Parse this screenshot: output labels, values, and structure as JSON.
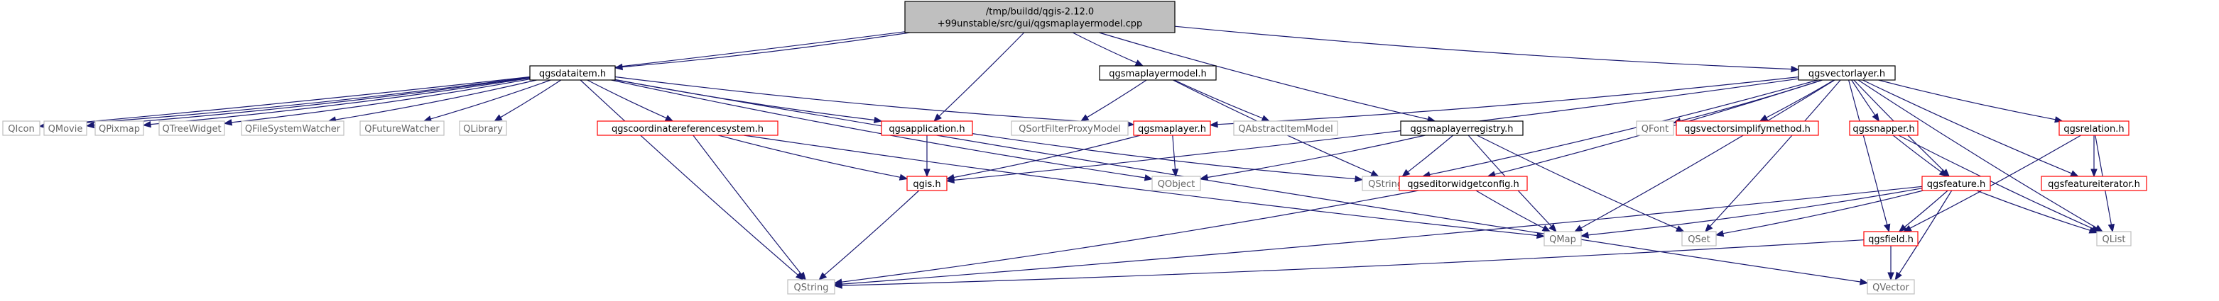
{
  "graph": {
    "title": "/tmp/buildd/qgis-2.12.0 +99unstable/src/gui/qgsmaplayermodel.cpp",
    "colors": {
      "root_fill": "#bfbfbf",
      "root_border": "#000000",
      "documented_border": "#000000",
      "undocumented_border": "#ff0000",
      "external_border": "#bfbfbf",
      "external_text": "#666666",
      "edge": "#191970"
    },
    "nodes": [
      {
        "id": "root",
        "kind": "root",
        "lines": [
          "/tmp/buildd/qgis-2.12.0",
          "+99unstable/src/gui/qgsmaplayermodel.cpp"
        ]
      },
      {
        "id": "qgsdataitem",
        "kind": "documented",
        "lines": [
          "qgsdataitem.h"
        ]
      },
      {
        "id": "qgsmaplayermodel",
        "kind": "documented",
        "lines": [
          "qgsmaplayermodel.h"
        ]
      },
      {
        "id": "qgsmaplayerregistry",
        "kind": "documented",
        "lines": [
          "qgsmaplayerregistry.h"
        ]
      },
      {
        "id": "qgsvectorlayer",
        "kind": "documented",
        "lines": [
          "qgsvectorlayer.h"
        ]
      },
      {
        "id": "qicon",
        "kind": "external",
        "lines": [
          "QIcon"
        ]
      },
      {
        "id": "qmovie",
        "kind": "external",
        "lines": [
          "QMovie"
        ]
      },
      {
        "id": "qpixmap",
        "kind": "external",
        "lines": [
          "QPixmap"
        ]
      },
      {
        "id": "qtreewidget",
        "kind": "external",
        "lines": [
          "QTreeWidget"
        ]
      },
      {
        "id": "qfilesystemwatcher",
        "kind": "external",
        "lines": [
          "QFileSystemWatcher"
        ]
      },
      {
        "id": "qfuturewatcher",
        "kind": "external",
        "lines": [
          "QFutureWatcher"
        ]
      },
      {
        "id": "qlibrary",
        "kind": "external",
        "lines": [
          "QLibrary"
        ]
      },
      {
        "id": "qgscrs",
        "kind": "undocumented",
        "lines": [
          "qgscoordinatereferencesystem.h"
        ]
      },
      {
        "id": "qgsapplication",
        "kind": "undocumented",
        "lines": [
          "qgsapplication.h"
        ]
      },
      {
        "id": "qsortfilterproxymodel",
        "kind": "external",
        "lines": [
          "QSortFilterProxyModel"
        ]
      },
      {
        "id": "qgsmaplayer",
        "kind": "undocumented",
        "lines": [
          "qgsmaplayer.h"
        ]
      },
      {
        "id": "qabstractitemmodel",
        "kind": "external",
        "lines": [
          "QAbstractItemModel"
        ]
      },
      {
        "id": "qfont",
        "kind": "external",
        "lines": [
          "QFont"
        ]
      },
      {
        "id": "qgsvectorsimplifymethod",
        "kind": "undocumented",
        "lines": [
          "qgsvectorsimplifymethod.h"
        ]
      },
      {
        "id": "qgssnapper",
        "kind": "undocumented",
        "lines": [
          "qgssnapper.h"
        ]
      },
      {
        "id": "qgsrelation",
        "kind": "undocumented",
        "lines": [
          "qgsrelation.h"
        ]
      },
      {
        "id": "qgis",
        "kind": "undocumented",
        "lines": [
          "qgis.h"
        ]
      },
      {
        "id": "qobject",
        "kind": "external",
        "lines": [
          "QObject"
        ]
      },
      {
        "id": "qstringlist",
        "kind": "external",
        "lines": [
          "QStringList"
        ]
      },
      {
        "id": "qgseditorwidgetconfig",
        "kind": "undocumented",
        "lines": [
          "qgseditorwidgetconfig.h"
        ]
      },
      {
        "id": "qgsfeature",
        "kind": "undocumented",
        "lines": [
          "qgsfeature.h"
        ]
      },
      {
        "id": "qgsfeatureiterator",
        "kind": "undocumented",
        "lines": [
          "qgsfeatureiterator.h"
        ]
      },
      {
        "id": "qmap",
        "kind": "external",
        "lines": [
          "QMap"
        ]
      },
      {
        "id": "qset",
        "kind": "external",
        "lines": [
          "QSet"
        ]
      },
      {
        "id": "qgsfield",
        "kind": "undocumented",
        "lines": [
          "qgsfield.h"
        ]
      },
      {
        "id": "qlist",
        "kind": "external",
        "lines": [
          "QList"
        ]
      },
      {
        "id": "qstring",
        "kind": "external",
        "lines": [
          "QString"
        ]
      },
      {
        "id": "qvector",
        "kind": "external",
        "lines": [
          "QVector"
        ]
      }
    ],
    "edges": [
      [
        "root",
        "qgsdataitem"
      ],
      [
        "root",
        "qgsmaplayermodel"
      ],
      [
        "root",
        "qgsmaplayerregistry"
      ],
      [
        "root",
        "qgsvectorlayer"
      ],
      [
        "root",
        "qicon"
      ],
      [
        "root",
        "qgsapplication"
      ],
      [
        "qgsdataitem",
        "qicon"
      ],
      [
        "qgsdataitem",
        "qmovie"
      ],
      [
        "qgsdataitem",
        "qpixmap"
      ],
      [
        "qgsdataitem",
        "qtreewidget"
      ],
      [
        "qgsdataitem",
        "qfilesystemwatcher"
      ],
      [
        "qgsdataitem",
        "qfuturewatcher"
      ],
      [
        "qgsdataitem",
        "qlibrary"
      ],
      [
        "qgsdataitem",
        "qgscrs"
      ],
      [
        "qgsdataitem",
        "qgsapplication"
      ],
      [
        "qgsdataitem",
        "qgsmaplayer"
      ],
      [
        "qgsdataitem",
        "qobject"
      ],
      [
        "qgsdataitem",
        "qstring"
      ],
      [
        "qgsdataitem",
        "qvector"
      ],
      [
        "qgscrs",
        "qgis"
      ],
      [
        "qgscrs",
        "qmap"
      ],
      [
        "qgscrs",
        "qstring"
      ],
      [
        "qgsapplication",
        "qgis"
      ],
      [
        "qgsapplication",
        "qstringlist"
      ],
      [
        "qgsmaplayermodel",
        "qsortfilterproxymodel"
      ],
      [
        "qgsmaplayermodel",
        "qabstractitemmodel"
      ],
      [
        "qgsmaplayermodel",
        "qstringlist"
      ],
      [
        "qgsmaplayer",
        "qgis"
      ],
      [
        "qgsmaplayer",
        "qobject"
      ],
      [
        "qgis",
        "qstring"
      ],
      [
        "qgsmaplayerregistry",
        "qobject"
      ],
      [
        "qgsmaplayerregistry",
        "qstringlist"
      ],
      [
        "qgsmaplayerregistry",
        "qmap"
      ],
      [
        "qgsmaplayerregistry",
        "qset"
      ],
      [
        "qgsvectorlayer",
        "qgis"
      ],
      [
        "qgsvectorlayer",
        "qgsmaplayer"
      ],
      [
        "qgsvectorlayer",
        "qfont"
      ],
      [
        "qgsvectorlayer",
        "qgsvectorsimplifymethod"
      ],
      [
        "qgsvectorlayer",
        "qgssnapper"
      ],
      [
        "qgsvectorlayer",
        "qgsrelation"
      ],
      [
        "qgsvectorlayer",
        "qgsfeatureiterator"
      ],
      [
        "qgsvectorlayer",
        "qgseditorwidgetconfig"
      ],
      [
        "qgsvectorlayer",
        "qgsfeature"
      ],
      [
        "qgsvectorlayer",
        "qgsfield"
      ],
      [
        "qgsvectorlayer",
        "qmap"
      ],
      [
        "qgsvectorlayer",
        "qset"
      ],
      [
        "qgsvectorlayer",
        "qstringlist"
      ],
      [
        "qgsvectorlayer",
        "qlist"
      ],
      [
        "qgseditorwidgetconfig",
        "qmap"
      ],
      [
        "qgseditorwidgetconfig",
        "qstring"
      ],
      [
        "qgssnapper",
        "qgsfeature"
      ],
      [
        "qgssnapper",
        "qlist"
      ],
      [
        "qgsrelation",
        "qgsfeatureiterator"
      ],
      [
        "qgsrelation",
        "qgsfield"
      ],
      [
        "qgsrelation",
        "qlist"
      ],
      [
        "qgsfeature",
        "qmap"
      ],
      [
        "qgsfeature",
        "qset"
      ],
      [
        "qgsfeature",
        "qgsfield"
      ],
      [
        "qgsfeature",
        "qlist"
      ],
      [
        "qgsfeature",
        "qstring"
      ],
      [
        "qgsfeature",
        "qvector"
      ],
      [
        "qgsfield",
        "qstring"
      ],
      [
        "qgsfield",
        "qvector"
      ]
    ]
  }
}
